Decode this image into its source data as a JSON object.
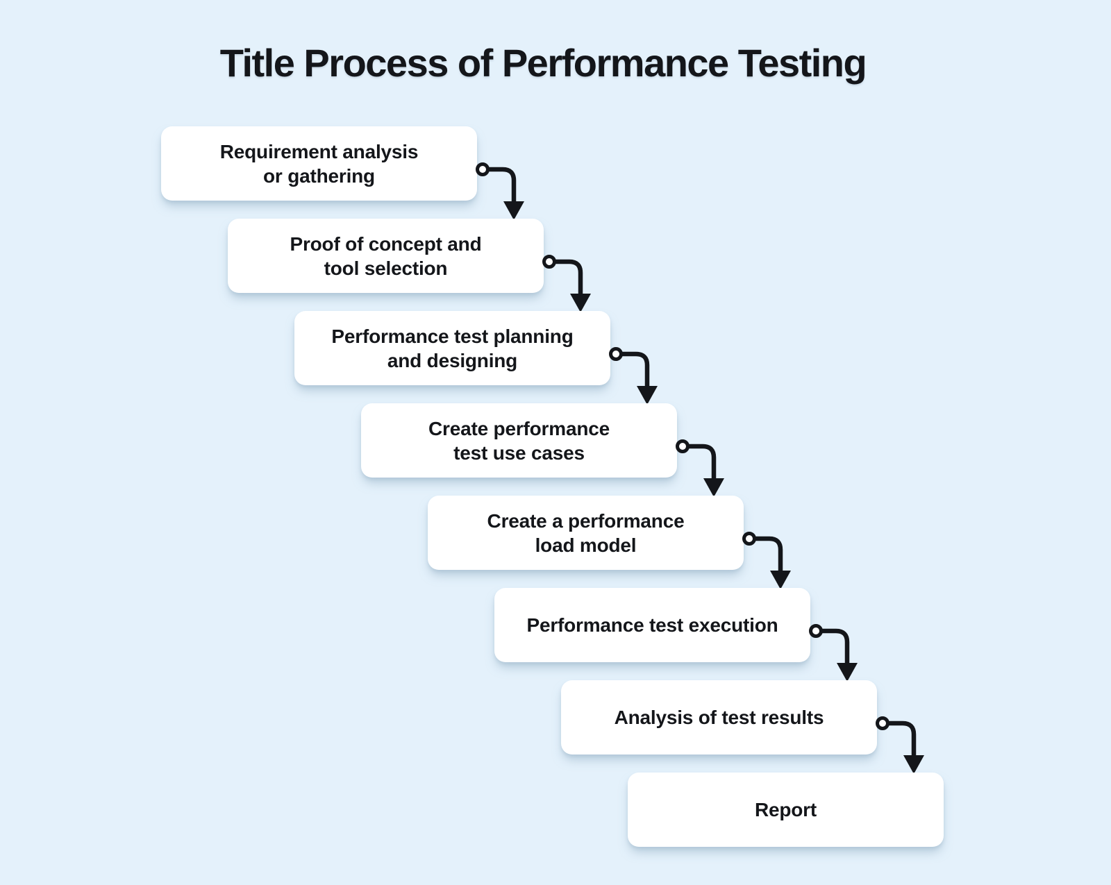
{
  "title": "Title Process of Performance Testing",
  "colors": {
    "background": "#e4f1fb",
    "box": "#ffffff",
    "ink": "#14161a"
  },
  "steps": [
    {
      "label": "Requirement analysis or gathering",
      "lines": [
        "Requirement analysis",
        "or gathering"
      ]
    },
    {
      "label": "Proof of concept and tool selection",
      "lines": [
        "Proof of concept and",
        "tool selection"
      ]
    },
    {
      "label": "Performance test planning and designing",
      "lines": [
        "Performance test planning",
        "and designing"
      ]
    },
    {
      "label": "Create performance test use cases",
      "lines": [
        "Create performance",
        "test use cases"
      ]
    },
    {
      "label": "Create a performance load model",
      "lines": [
        "Create a performance",
        "load model"
      ]
    },
    {
      "label": "Performance test execution",
      "lines": [
        "Performance test execution"
      ]
    },
    {
      "label": "Analysis of test results",
      "lines": [
        "Analysis of test results"
      ]
    },
    {
      "label": "Report",
      "lines": [
        "Report"
      ]
    }
  ],
  "connectors": {
    "count": 7,
    "style": "elbow-down",
    "start_marker": "circle",
    "end_marker": "solid-arrowhead"
  }
}
